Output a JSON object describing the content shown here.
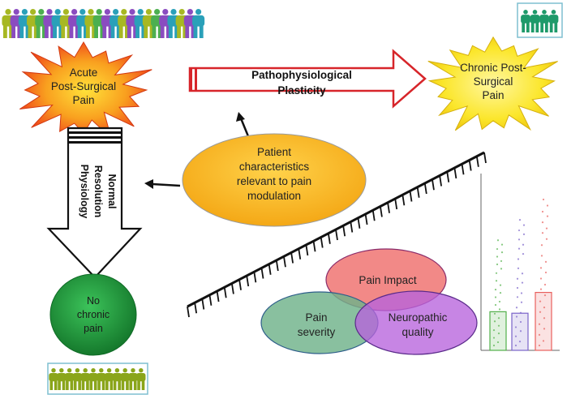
{
  "nodes": {
    "acute_pain": [
      "Acute",
      "Post-Surgical",
      "Pain"
    ],
    "chronic_pain": [
      "Chronic Post-",
      "Surgical",
      "Pain"
    ],
    "patient_characteristics": [
      "Patient",
      "characteristics",
      "relevant to pain",
      "modulation"
    ],
    "no_chronic_pain": [
      "No",
      "chronic",
      "pain"
    ]
  },
  "arrows": {
    "plasticity": [
      "Pathophysiological",
      "Plasticity"
    ],
    "normal_resolution": [
      "Normal",
      "Resolution",
      "Physiology"
    ]
  },
  "venn": {
    "pain_impact": [
      "Pain Impact"
    ],
    "pain_severity": [
      "Pain",
      "severity"
    ],
    "neuropathic_quality": [
      "Neuropathic",
      "quality"
    ]
  },
  "colors": {
    "acute_star": "#f04a1c",
    "chronic_star": "#f7e51c",
    "patient_oval": "#f6b31d",
    "no_pain_circle": "#1e9a3b",
    "plasticity_arrow": "#d7252a",
    "pain_impact": "#ef6f6c",
    "pain_severity": "#6fb28a",
    "neuropathic_quality": "#b763dd"
  },
  "icons": {
    "crowd_top_left": "people-group-icon",
    "crowd_top_right": "people-group-icon",
    "crowd_bottom": "people-group-icon"
  },
  "inset_chart": {
    "type": "bar",
    "groups": 3,
    "bar_heights_relative": [
      0.52,
      0.5,
      0.78
    ],
    "colors": [
      "#52b04a",
      "#7a63c9",
      "#e8615e"
    ]
  }
}
